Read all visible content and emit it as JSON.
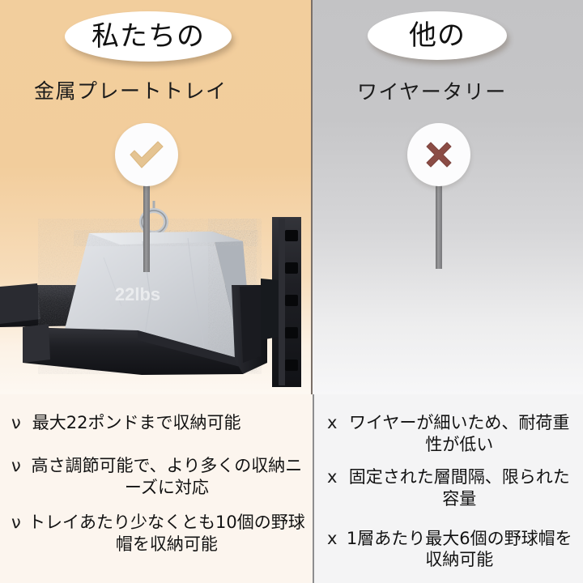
{
  "comparison": {
    "left": {
      "badge_title": "私たちの",
      "subtitle": "金属プレートトレイ",
      "mark_icon": "check-icon",
      "mark_color": "#e5c492",
      "background_color": "#f2ce9d",
      "product_label": "22lbs",
      "bullets": [
        {
          "marker": "ν",
          "text": "最大22ポンドまで収納可能"
        },
        {
          "marker": "ν",
          "text": "高さ調節可能で、より多くの収納ニーズに対応"
        },
        {
          "marker": "ν",
          "text": "トレイあたり少なくとも10個の野球帽を収納可能"
        }
      ]
    },
    "right": {
      "badge_title": "他の",
      "subtitle": "ワイヤータリー",
      "mark_icon": "cross-icon",
      "mark_color": "#8b4c45",
      "background_color": "#c3c3c5",
      "bullets": [
        {
          "marker": "x",
          "text": "ワイヤーが細いため、耐荷重性が低い"
        },
        {
          "marker": "x",
          "text": "固定された層間隔、限られた容量"
        },
        {
          "marker": "x",
          "text": "1層あたり最大6個の野球帽を収納可能"
        }
      ]
    }
  }
}
